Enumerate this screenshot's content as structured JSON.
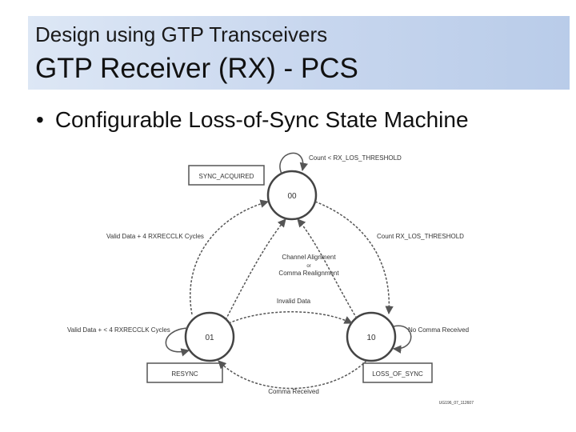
{
  "header": {
    "supertitle": "Design using GTP Transceivers",
    "title": "GTP Receiver (RX) - PCS"
  },
  "bullets": [
    "Configurable Loss-of-Sync State Machine"
  ],
  "diagram": {
    "states": [
      {
        "id": "s00",
        "code": "00",
        "name": "SYNC_ACQUIRED"
      },
      {
        "id": "s01",
        "code": "01",
        "name": "RESYNC"
      },
      {
        "id": "s10",
        "code": "10",
        "name": "LOSS_OF_SYNC"
      }
    ],
    "transitions": {
      "s00_self": "Count < RX_LOS_THRESHOLD",
      "s00_to_s10": "Count RX_LOS_THRESHOLD",
      "s01_to_s00": "Valid Data + 4 RXRECCLK Cycles",
      "s01_self": "Valid Data + < 4 RXRECCLK Cycles",
      "s10_self": "No Comma Received",
      "s10_to_s01": "Comma Received",
      "s01_to_s10": "Invalid Data"
    },
    "center_note": {
      "line1": "Channel Alignment",
      "line2": "or",
      "line3": "Comma Realignment"
    },
    "figure_id": "UG196_07_112607"
  },
  "colors": {
    "line": "#555555",
    "title_bar": "#c7d6ee"
  }
}
